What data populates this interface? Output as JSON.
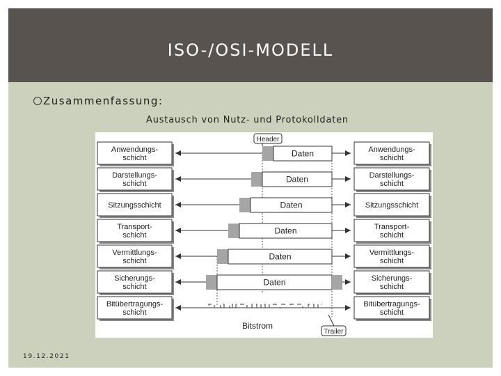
{
  "slide": {
    "title": "ISO-/OSI-MODELL",
    "bullet": "Zusammenfassung:",
    "subtitle": "Austausch von Nutz- und Protokolldaten",
    "date": "19.12.2021"
  },
  "diagram": {
    "layers": [
      {
        "left": "Anwendungs-\nschicht",
        "right": "Anwendungs-\nschicht",
        "data": "Daten"
      },
      {
        "left": "Darstellungs-\nschicht",
        "right": "Darstellungs-\nschicht",
        "data": "Daten"
      },
      {
        "left": "Sitzungsschicht",
        "right": "Sitzungsschicht",
        "data": "Daten"
      },
      {
        "left": "Transport-\nschicht",
        "right": "Transport-\nschicht",
        "data": "Daten"
      },
      {
        "left": "Vermittlungs-\nschicht",
        "right": "Vermittlungs-\nschicht",
        "data": "Daten"
      },
      {
        "left": "Sicherungs-\nschicht",
        "right": "Sicherungs-\nschicht",
        "data": "Daten"
      },
      {
        "left": "Bitübertragungs-\nschicht",
        "right": "Bitübertragungs-\nschicht",
        "data": ""
      }
    ],
    "header_label": "Header",
    "trailer_label": "Trailer",
    "bitstream_label": "Bitstrom"
  }
}
